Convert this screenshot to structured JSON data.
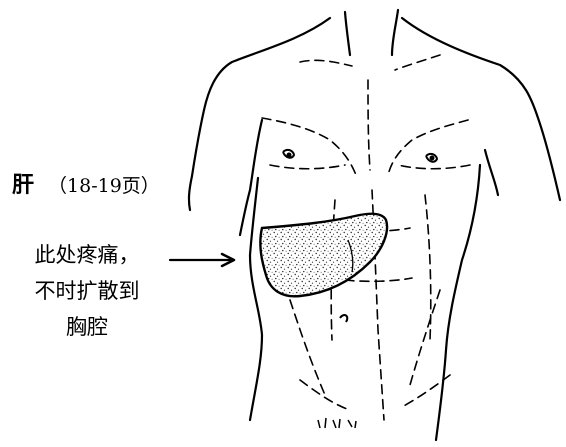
{
  "organ": {
    "name": "肝",
    "page_ref": "（18-19页）"
  },
  "description": {
    "line1": "此处疼痛，",
    "line2": "不时扩散到",
    "line3": "胸腔"
  }
}
